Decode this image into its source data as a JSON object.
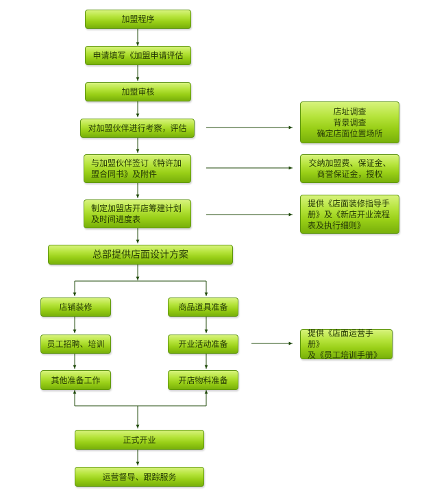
{
  "flowchart": {
    "steps": {
      "s1": "加盟程序",
      "s2": "申请填写《加盟申请评估",
      "s3": "加盟审核",
      "s4": "对加盟伙伴进行考察，评估",
      "s5": "与加盟伙伴签订《特许加\n盟合同书》及附件",
      "s6": "制定加盟店开店筹建计划\n及时间进度表",
      "s7": "总部提供店面设计方案",
      "s8": "店铺装修",
      "s9": "员工招聘、培训",
      "s10": "其他准备工作",
      "s11": "商品道具准备",
      "s12": "开业活动准备",
      "s13": "开店物料准备",
      "s14": "正式开业",
      "s15": "运营督导、跟踪服务"
    },
    "side_notes": {
      "n1": "店址调查\n背景调查\n确定店面位置场所",
      "n2": "交纳加盟费、保证金、\n商誉保证金，授权",
      "n3": "提供《店面装修指导手\n册》及《新店开业流程\n表及执行细则》",
      "n4": "提供《店面运营手册》\n及《员工培训手册》"
    },
    "colors": {
      "box_top": "#d7f37c",
      "box_bottom": "#78b00a",
      "border": "#5f9612",
      "arrow": "#1f4a0a",
      "text": "#263a06"
    }
  }
}
